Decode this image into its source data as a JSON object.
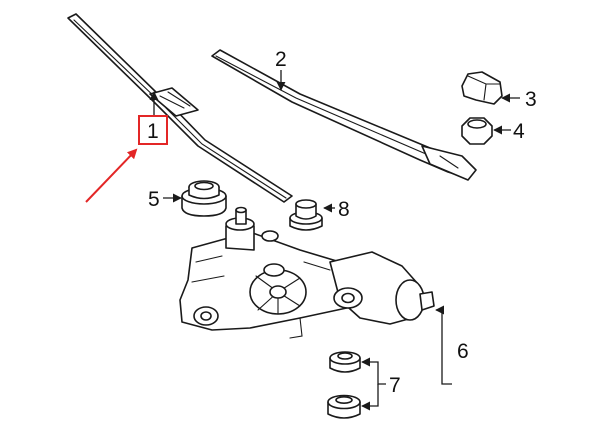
{
  "callouts": {
    "c1": "1",
    "c2": "2",
    "c3": "3",
    "c4": "4",
    "c5": "5",
    "c6": "6",
    "c7": "7",
    "c8": "8"
  },
  "colors": {
    "line": "#1a1a1a",
    "highlight": "#e32626",
    "background": "#ffffff"
  },
  "highlighted_callout": "1"
}
